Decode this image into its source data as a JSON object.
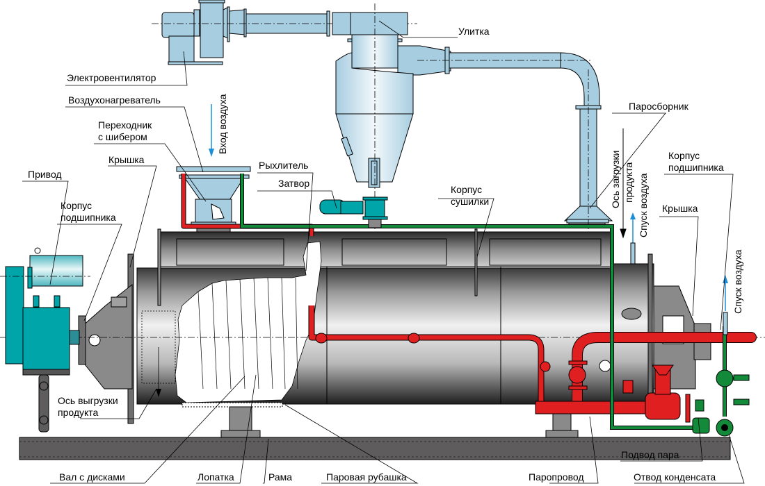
{
  "title": "Схема сушилки с паровой рубашкой",
  "colors": {
    "cyclone_blue": "#a7cde0",
    "steam_red": "#e02020",
    "condensate_green": "#138a3a",
    "drive_teal": "#00a5aa",
    "body_gray": "#8a8a8a",
    "frame_gray": "#5e5c5c",
    "air_arrow_blue": "#1b8fd8"
  },
  "labels": {
    "ulitka": "Улитка",
    "elektroventilyator": "Электровентилятор",
    "vozdukhonagrevatel": "Воздухонагреватель",
    "perekhodnik_line1": "Переходник",
    "perekhodnik_line2": "с шибером",
    "kryshka_left": "Крышка",
    "privod": "Привод",
    "korpus_podshipnika_left_line1": "Корпус",
    "korpus_podshipnika_left_line2": "подшипника",
    "rykhlitel": "Рыхлитель",
    "zatvor": "Затвор",
    "korpus_sushilki_line1": "Корпус",
    "korpus_sushilki_line2": "сушилки",
    "parosbornik": "Паросборник",
    "korpus_podshipnika_right_line1": "Корпус",
    "korpus_podshipnika_right_line2": "подшипника",
    "kryshka_right": "Крышка",
    "os_vygruzki_line1": "Ось выгрузки",
    "os_vygruzki_line2": "продукта",
    "val_s_diskami": "Вал с дисками",
    "lopatka": "Лопатка",
    "rama": "Рама",
    "parovaya_rubashka": "Паровая рубашка",
    "paroprovod": "Паропровод",
    "podvod_para": "Подвод пара",
    "otvod_kondensata": "Отвод конденсата"
  },
  "vertical_labels": {
    "vkhod_vozdukha": "Вход воздуха",
    "os_zagruzki_line1": "Ось загрузки",
    "os_zagruzki_line2": "продукта",
    "spusk_vozdukha_1": "Спуск воздуха",
    "spusk_vozdukha_2": "Спуск воздуха"
  }
}
